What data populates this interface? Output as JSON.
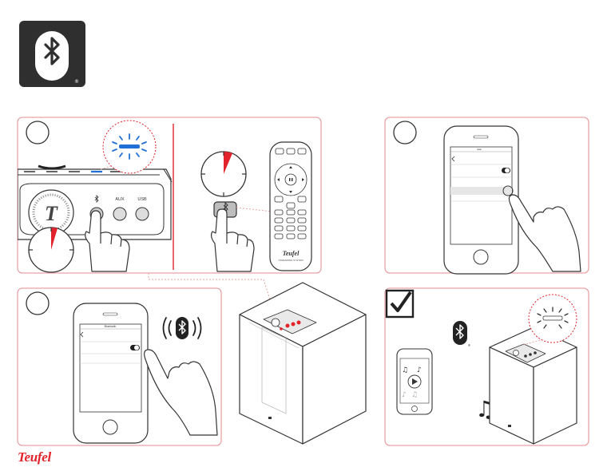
{
  "colors": {
    "accent": "#e2232b",
    "panel_border": "#e7a3a6",
    "bt_blue": "#1f6fd6",
    "line": "#333333"
  },
  "icons": [
    "bluetooth-logo-icon",
    "bluetooth-button-icon",
    "bluetooth-wave-icon",
    "checkmark-icon",
    "music-note-icon",
    "play-icon",
    "hand-pointer-icon"
  ],
  "speaker": {
    "label_aux": "AUX",
    "label_usb": "USB"
  },
  "remote": {
    "brand": "Teufel",
    "sub": "STREAMING SYSTEM"
  },
  "phone_top": {
    "status_text": "Bluetooth"
  },
  "brand": "Teufel"
}
